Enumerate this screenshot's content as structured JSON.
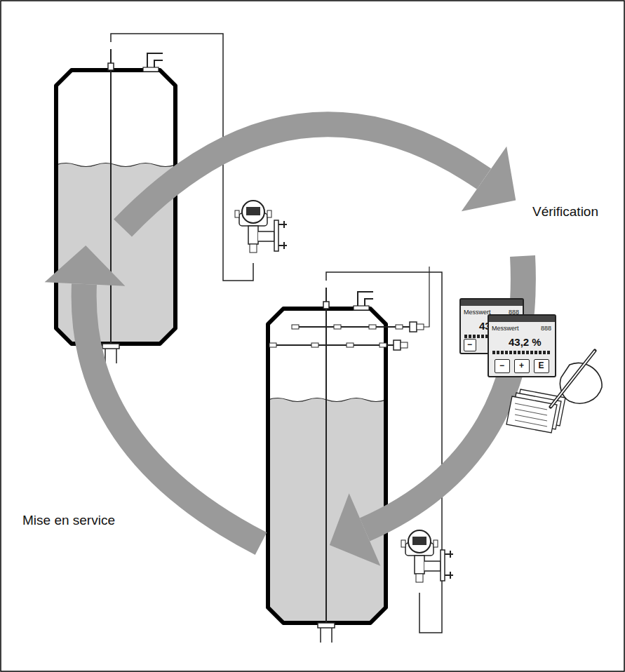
{
  "diagram": {
    "nodes": [
      {
        "text": [
          "Messwert",
          "888",
          "43,2 %"
        ]
      },
      {
        "text": [
          "−"
        ],
        "in": 0
      },
      {
        "text": [
          "Messwert",
          "888",
          "43,2 %"
        ]
      },
      {
        "text": [
          "−"
        ],
        "in": 2
      },
      {
        "text": [
          "+"
        ],
        "in": 2
      },
      {
        "text": [
          "E"
        ],
        "in": 2
      }
    ],
    "labels": [
      "Vérification",
      "Mise en service"
    ]
  }
}
